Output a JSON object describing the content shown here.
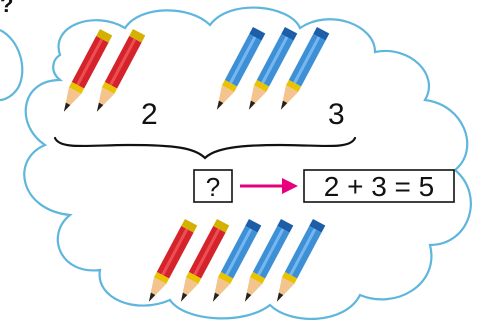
{
  "corner_mark": "?",
  "left_group": {
    "count_label": "2",
    "pencil_color": "red"
  },
  "right_group": {
    "count_label": "3",
    "pencil_color": "blue"
  },
  "unknown_box": "?",
  "equation": "2 + 3 = 5",
  "bottom_group": {
    "red_count": 2,
    "blue_count": 3
  },
  "colors": {
    "cloud_outline": "#5fb6dd",
    "arrow": "#e6007e",
    "red_pencil": "#d4232b",
    "blue_pencil": "#3d8fd6",
    "pencil_wood": "#f4c48e",
    "pencil_tip": "#222222",
    "pencil_band": "#e9c200"
  }
}
